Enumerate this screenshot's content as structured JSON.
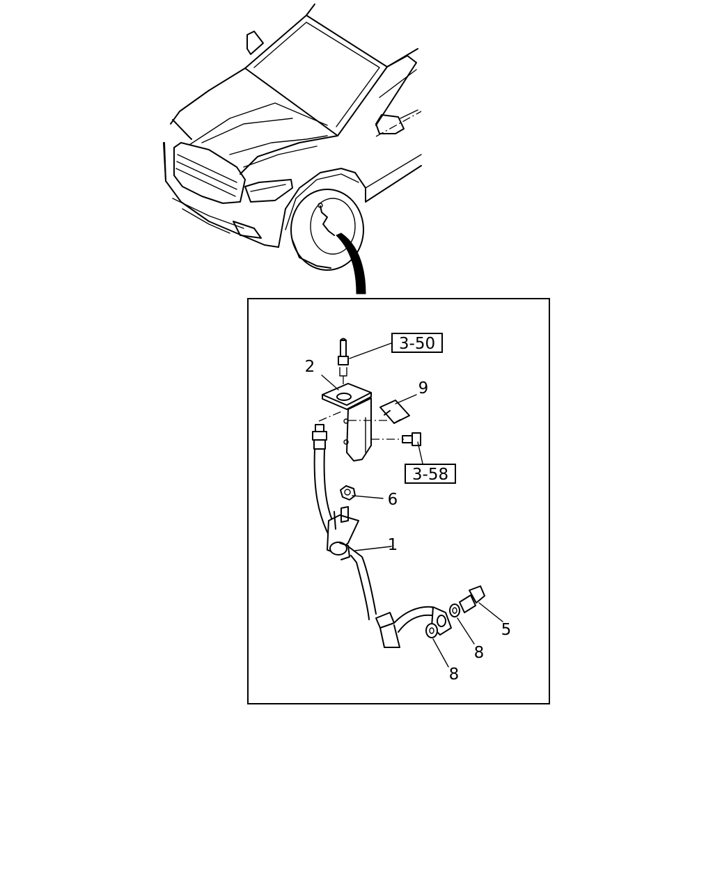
{
  "callouts": {
    "c1": "1",
    "c2": "2",
    "c5": "5",
    "c6": "6",
    "c8a": "8",
    "c8b": "8",
    "c9": "9"
  },
  "references": {
    "r1": "3-50",
    "r2": "3-58"
  }
}
